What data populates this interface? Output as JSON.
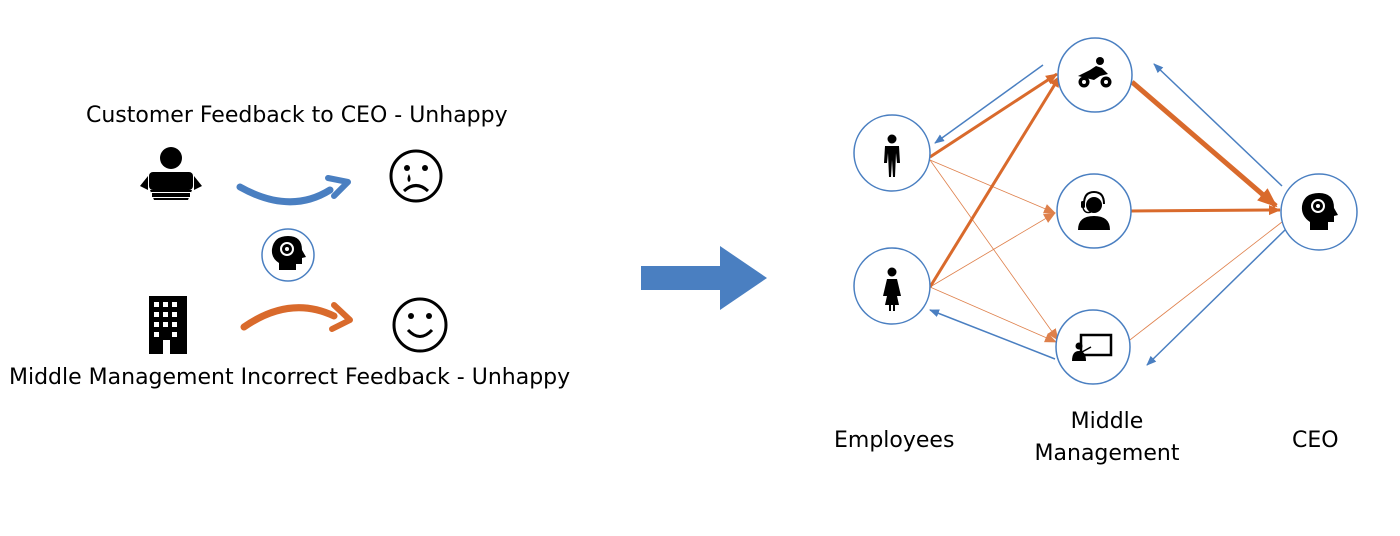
{
  "left_panel": {
    "top_caption": "Customer Feedback to CEO - Unhappy",
    "bottom_caption": "Middle Management Incorrect Feedback - Unhappy",
    "icons": {
      "customer": "baby-icon",
      "top_result": "sad-face-icon",
      "ceo": "head-gears-icon",
      "middle_management": "office-building-icon",
      "bottom_result": "smiley-face-icon"
    }
  },
  "right_panel": {
    "columns": {
      "employees": "Employees",
      "middle_management_line1": "Middle",
      "middle_management_line2": "Management",
      "ceo": "CEO"
    },
    "nodes": {
      "employee_1": "man-icon",
      "employee_2": "woman-icon",
      "manager_1": "motorbike-rider-icon",
      "manager_2": "headset-person-icon",
      "manager_3": "presenter-whiteboard-icon",
      "ceo": "head-gears-icon"
    }
  },
  "colors": {
    "blue_arrow": "#4a7fc1",
    "orange_arrow": "#d96a2c",
    "node_border": "#4a7fc1",
    "transition_arrow": "#4a7fc1"
  }
}
